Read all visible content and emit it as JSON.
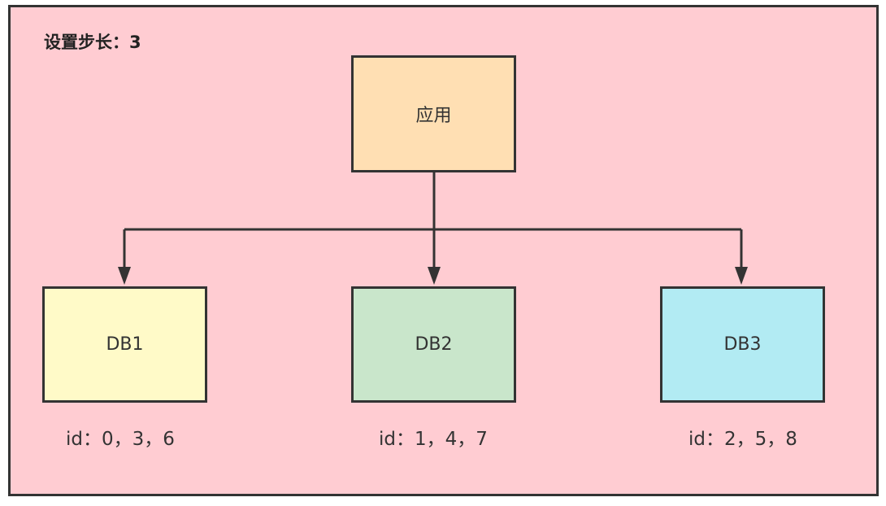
{
  "title": "设置步长：3",
  "app": {
    "label": "应用"
  },
  "databases": [
    {
      "label": "DB1",
      "ids": "id：0，3，6"
    },
    {
      "label": "DB2",
      "ids": "id：1，4，7"
    },
    {
      "label": "DB3",
      "ids": "id：2，5，8"
    }
  ],
  "colors": {
    "frame_background": "#ffccd2",
    "app_box": "#ffdfb3",
    "db1_box": "#fffac8",
    "db2_box": "#c9e6cb",
    "db3_box": "#b2ebf3",
    "lines": "#333333"
  }
}
